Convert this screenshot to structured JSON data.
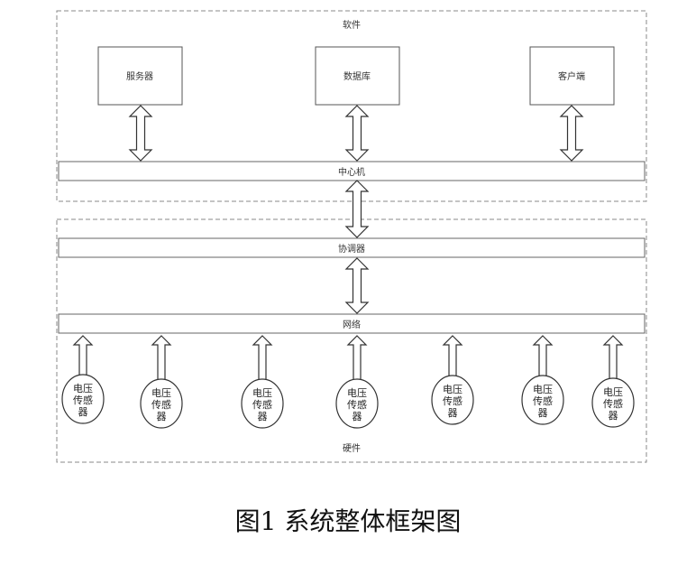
{
  "groups": {
    "software": "软件",
    "hardware": "硬件"
  },
  "nodes": {
    "server": "服务器",
    "database": "数据库",
    "client": "客户端",
    "center": "中心机",
    "coordinator": "协调器",
    "network": "网络"
  },
  "sensors": [
    {
      "line1": "电压",
      "line2": "传感",
      "line3": "器"
    },
    {
      "line1": "电压",
      "line2": "传感",
      "line3": "器"
    },
    {
      "line1": "电压",
      "line2": "传感",
      "line3": "器"
    },
    {
      "line1": "电压",
      "line2": "传感",
      "line3": "器"
    },
    {
      "line1": "电压",
      "line2": "传感",
      "line3": "器"
    },
    {
      "line1": "电压",
      "line2": "传感",
      "line3": "器"
    },
    {
      "line1": "电压",
      "line2": "传感",
      "line3": "器"
    }
  ],
  "caption": "图1   系统整体框架图"
}
